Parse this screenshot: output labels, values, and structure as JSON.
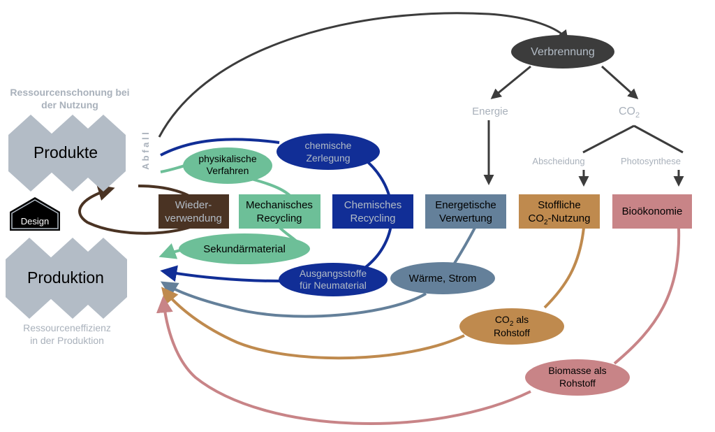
{
  "left": {
    "top_caption": [
      "Ressourcenschonung bei",
      "der Nutzung"
    ],
    "produkte": "Produkte",
    "design": "Design",
    "produktion": "Produktion",
    "bottom_caption": [
      "Ressourceneffizienz",
      "in der Produktion"
    ],
    "abfall": "A b f a l l"
  },
  "boxes": {
    "wiederverwendung": [
      "Wieder-",
      "verwendung"
    ],
    "mechanisches": [
      "Mechanisches",
      "Recycling"
    ],
    "chemisches": [
      "Chemisches",
      "Recycling"
    ],
    "energetische": [
      "Energetische",
      "Verwertung"
    ],
    "stoffliche": [
      "Stoffliche",
      "CO",
      "2",
      "-Nutzung"
    ],
    "biooekonomie": "Bioökonomie"
  },
  "ellipses": {
    "physikalische": [
      "physikalische",
      "Verfahren"
    ],
    "chemische": [
      "chemische",
      "Zerlegung"
    ],
    "sekundaer": "Sekundärmaterial",
    "ausgangsstoffe": [
      "Ausgangsstoffe",
      "für Neumaterial"
    ],
    "waerme": "Wärme, Strom",
    "co2_rohstoff": [
      "CO",
      "2",
      " als",
      "Rohstoff"
    ],
    "biomasse": [
      "Biomasse als",
      "Rohstoff"
    ],
    "verbrennung": "Verbrennung"
  },
  "labels": {
    "energie": "Energie",
    "co2": [
      "CO",
      "2"
    ],
    "abscheidung": "Abscheidung",
    "photosynthese": "Photosynthese"
  },
  "colors": {
    "hexagon": "#b3bcc6",
    "brown": "#4a3323",
    "green": "#6dbf98",
    "navy": "#112e96",
    "slate": "#64809a",
    "ochre": "#bf8a4e",
    "rose": "#c88487",
    "dark": "#3c3c3c",
    "grey_text": "#a9b1bb"
  }
}
